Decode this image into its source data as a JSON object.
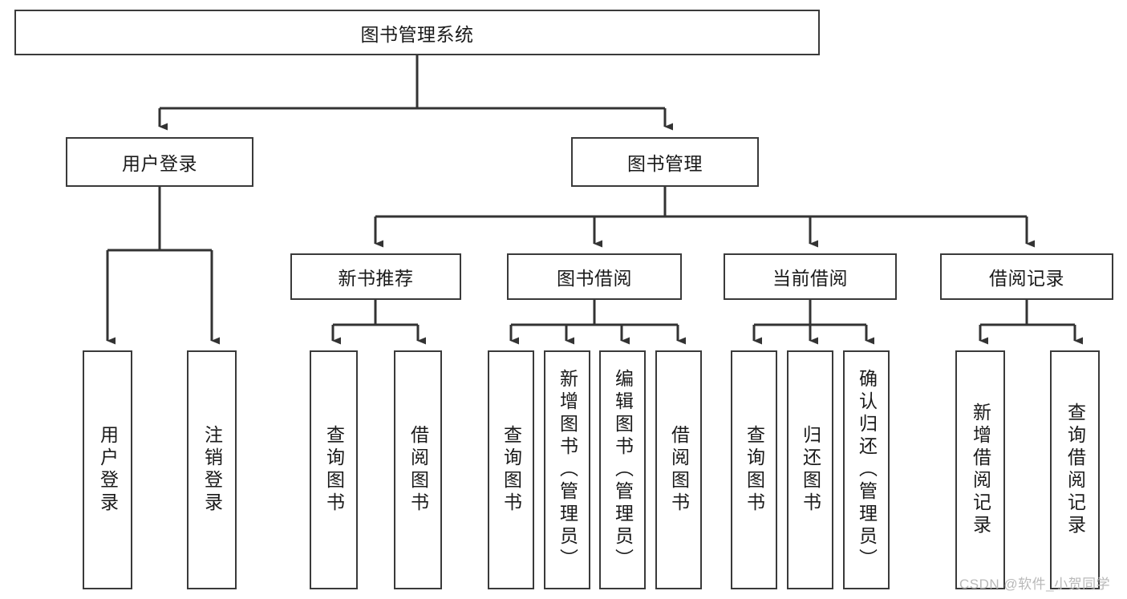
{
  "diagram": {
    "title": "图书管理系统",
    "type": "hierarchy-tree",
    "watermark": "CSDN @软件_小贺同学",
    "colors": {
      "box_border": "#3a3a3a",
      "box_fill": "#ffffff",
      "connector": "#333333",
      "text": "#1a1a1a",
      "watermark": "#b9b9b9"
    },
    "nodes": {
      "root": {
        "label": "图书管理系统"
      },
      "level2": [
        {
          "id": "user-login",
          "label": "用户登录"
        },
        {
          "id": "book-manage",
          "label": "图书管理"
        }
      ],
      "level3": [
        {
          "id": "new-book-recommend",
          "label": "新书推荐"
        },
        {
          "id": "book-borrow",
          "label": "图书借阅"
        },
        {
          "id": "current-borrow",
          "label": "当前借阅"
        },
        {
          "id": "borrow-record",
          "label": "借阅记录"
        }
      ],
      "leaves": [
        {
          "id": "leaf-user-login",
          "label": "用户登录",
          "parent": "user-login"
        },
        {
          "id": "leaf-logout",
          "label": "注销登录",
          "parent": "user-login"
        },
        {
          "id": "leaf-query-book-1",
          "label": "查询图书",
          "parent": "new-book-recommend"
        },
        {
          "id": "leaf-borrow-book-1",
          "label": "借阅图书",
          "parent": "new-book-recommend"
        },
        {
          "id": "leaf-query-book-2",
          "label": "查询图书",
          "parent": "book-borrow"
        },
        {
          "id": "leaf-add-book",
          "label": "新增图书（管理员）",
          "parent": "book-borrow"
        },
        {
          "id": "leaf-edit-book",
          "label": "编辑图书（管理员）",
          "parent": "book-borrow"
        },
        {
          "id": "leaf-borrow-book-2",
          "label": "借阅图书",
          "parent": "book-borrow"
        },
        {
          "id": "leaf-query-book-3",
          "label": "查询图书",
          "parent": "current-borrow"
        },
        {
          "id": "leaf-return-book",
          "label": "归还图书",
          "parent": "current-borrow"
        },
        {
          "id": "leaf-confirm-return",
          "label": "确认归还（管理员）",
          "parent": "current-borrow"
        },
        {
          "id": "leaf-add-record",
          "label": "新增借阅记录",
          "parent": "borrow-record"
        },
        {
          "id": "leaf-query-record",
          "label": "查询借阅记录",
          "parent": "borrow-record"
        }
      ]
    }
  }
}
